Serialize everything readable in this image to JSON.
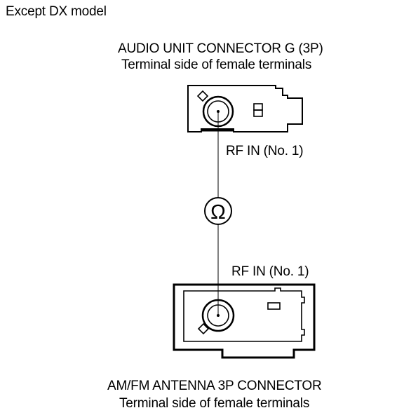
{
  "header": {
    "model_note": "Except DX model"
  },
  "top_connector": {
    "title": "AUDIO UNIT CONNECTOR G (3P)",
    "subtitle": "Terminal side of female terminals",
    "terminal_label": "RF IN (No. 1)"
  },
  "bottom_connector": {
    "title": "AM/FM ANTENNA 3P CONNECTOR",
    "subtitle": "Terminal side of female terminals",
    "terminal_label": "RF IN (No. 1)"
  },
  "meter": {
    "symbol": "Ω",
    "icon": "ohmmeter-icon"
  },
  "colors": {
    "ink": "#000000",
    "paper": "#ffffff"
  }
}
